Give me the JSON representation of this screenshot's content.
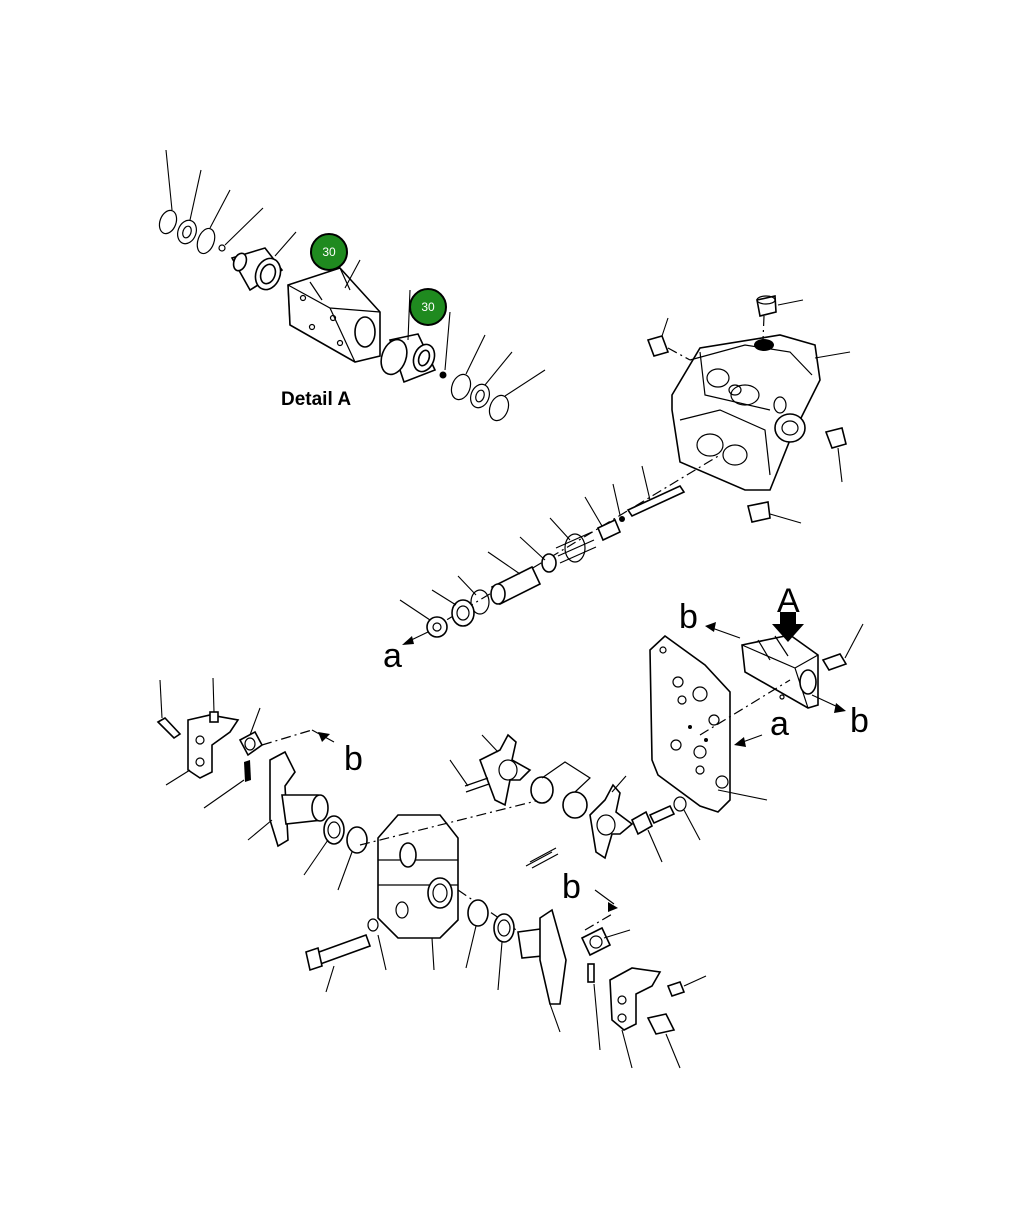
{
  "detail_title": "Detail  A",
  "view_label": "A",
  "callouts": [
    {
      "label": "30",
      "color": "#1f8a1f"
    },
    {
      "label": "30",
      "color": "#1f8a1f"
    }
  ],
  "reference_letters": {
    "a1": "a",
    "a2": "a",
    "b1": "b",
    "b2": "b",
    "b3": "b",
    "b4": "b"
  }
}
